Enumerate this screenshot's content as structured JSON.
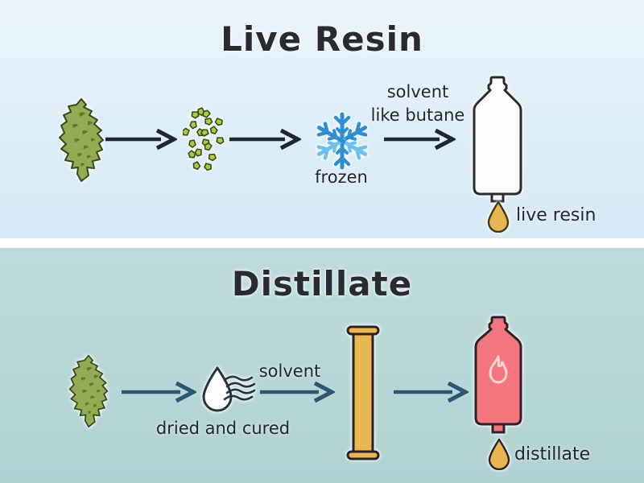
{
  "diagram": {
    "top": {
      "title": "Live Resin",
      "frozen_label": "frozen",
      "solvent_label_line1": "solvent",
      "solvent_label_line2": "like butane",
      "result_label": "live resin"
    },
    "bottom": {
      "title": "Distillate",
      "dried_label": "dried and cured",
      "solvent_label": "solvent",
      "result_label": "distillate"
    },
    "colors": {
      "top_background": "#ddeef8",
      "bottom_background": "#b6d6d7",
      "divider": "#ffffff",
      "title_text": "#2a2b31",
      "label_text": "#1f2630",
      "arrow_top": "#1d2635",
      "arrow_bottom": "#2f5570",
      "bud_green": "#93ab52",
      "bud_fleck_green": "#5d7a2f",
      "flake_green": "#a9cb41",
      "snowflake_blue": "#2e8fd2",
      "snowflake_light_blue": "#6cc1ec",
      "tank_white": "#fdfdfd",
      "resin_amber": "#e9b54e",
      "column_gold": "#e9b750",
      "tank_red": "#f4757d",
      "flame_outline": "#fbd7d7"
    }
  }
}
